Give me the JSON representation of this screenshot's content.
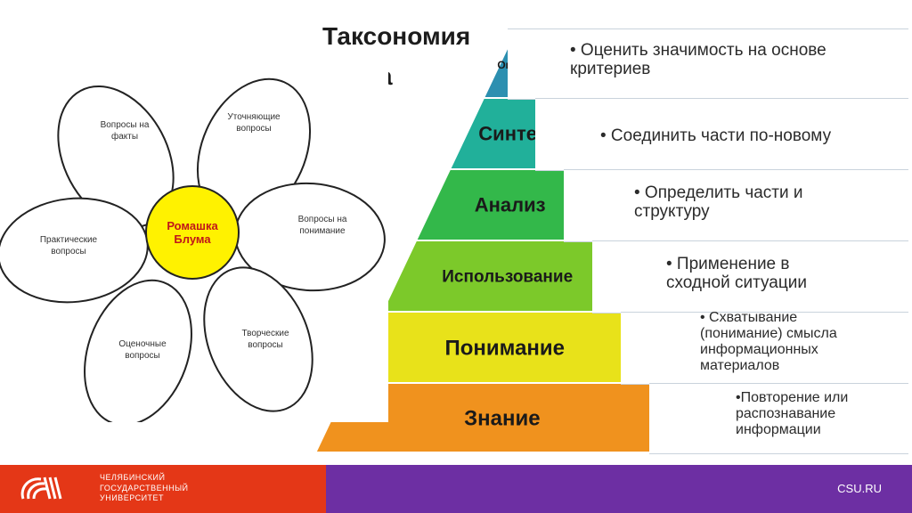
{
  "title": {
    "line1": "Таксономия",
    "fragment": "а"
  },
  "pyramid": {
    "levels": [
      {
        "label": "Оценка",
        "color": "#2c8fb0",
        "description": "• Оценить значимость на основе\n   критериев"
      },
      {
        "label": "Синтез",
        "color": "#21b09a",
        "description": "• Соединить части по-новому"
      },
      {
        "label": "Анализ",
        "color": "#33b84a",
        "description": "• Определить части и\n   структуру"
      },
      {
        "label": "Использование",
        "color": "#7cc92a",
        "description": "• Применение в\n   сходной ситуации"
      },
      {
        "label": "Понимание",
        "color": "#e8e21a",
        "description": "• Схватывание\n   (понимание) смысла\n   информационных\n   материалов"
      },
      {
        "label": "Знание",
        "color": "#f0921e",
        "description": "•Повторение или\n распознавание\n информации"
      }
    ]
  },
  "chamomile": {
    "center": "Ромашка\nБлума",
    "center_color": "#fff200",
    "petals": [
      {
        "label": "Вопросы на\nфакты"
      },
      {
        "label": "Уточняющие\nвопросы"
      },
      {
        "label": "Вопросы на\nпонимание"
      },
      {
        "label": "Творческие\nвопросы"
      },
      {
        "label": "Оценочные\nвопросы"
      },
      {
        "label": "Практические\nвопросы"
      }
    ]
  },
  "footer": {
    "university": "ЧЕЛЯБИНСКИЙ\nГОСУДАРСТВЕННЫЙ\nУНИВЕРСИТЕТ",
    "site": "CSU.RU",
    "red": "#e43717",
    "purple": "#6d2fa3",
    "logo_icon": "csu-logo-icon"
  }
}
